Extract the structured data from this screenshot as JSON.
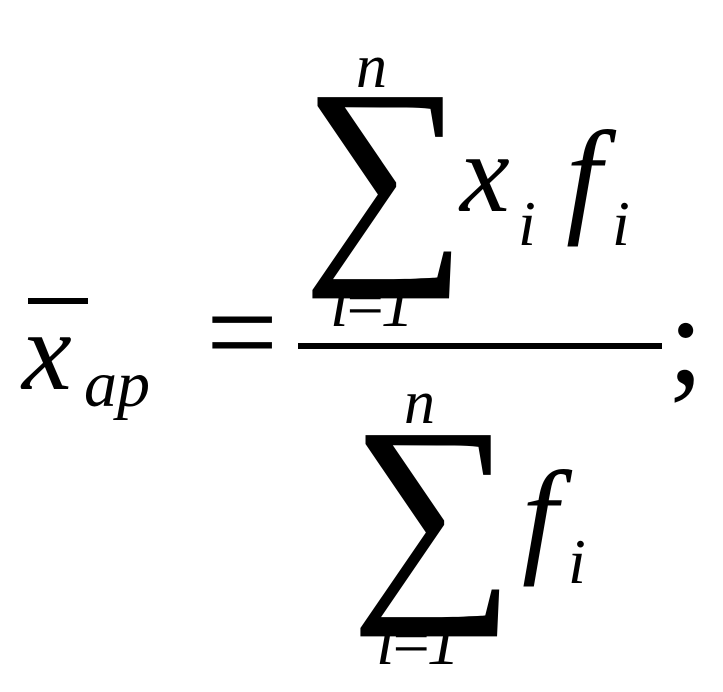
{
  "formula": {
    "lhs": {
      "variable": "x",
      "subscript": "ap"
    },
    "equals": "=",
    "numerator": {
      "upper_limit": "n",
      "sigma": "∑",
      "term_var_1": "x",
      "term_sub_1": "i",
      "term_var_2": "f",
      "term_sub_2": "i",
      "lower_limit": "i=1"
    },
    "denominator": {
      "upper_limit": "n",
      "sigma": "∑",
      "term_var": "f",
      "term_sub": "i",
      "lower_limit": "i=1"
    },
    "terminator": ";"
  }
}
